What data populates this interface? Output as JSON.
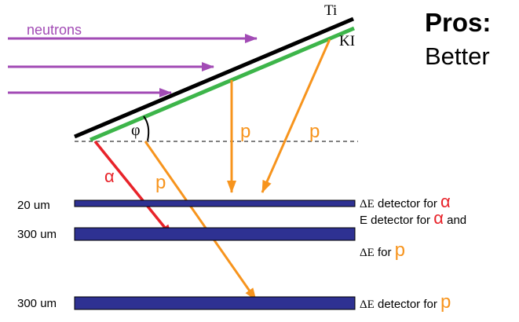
{
  "beam_label": "neutrons",
  "target": {
    "ti_label": "Ti",
    "ki_label": "KI"
  },
  "angle_label": "φ",
  "particles": {
    "alpha": "α",
    "proton": "p"
  },
  "detectors": [
    {
      "thickness": "20 um",
      "symbol": "ΔE",
      "text": " detector for ",
      "particle": "α",
      "extra": ""
    },
    {
      "thickness": "300 um",
      "symbol": "",
      "text": "E detector for ",
      "particle": "α",
      "extra": " and",
      "line2_symbol": "ΔE",
      "line2_text": " for ",
      "line2_particle": "p"
    },
    {
      "thickness": "300 um",
      "symbol": "ΔE",
      "text": " detector for ",
      "particle": "p",
      "extra": ""
    }
  ],
  "pros": {
    "title": "Pros:",
    "text": "Better"
  },
  "colors": {
    "neutron_arrow": "#a24bb5",
    "target_ti": "#000000",
    "target_ki": "#3db54a",
    "proton": "#f7941d",
    "alpha": "#e8232a",
    "detector": "#2e3192"
  }
}
